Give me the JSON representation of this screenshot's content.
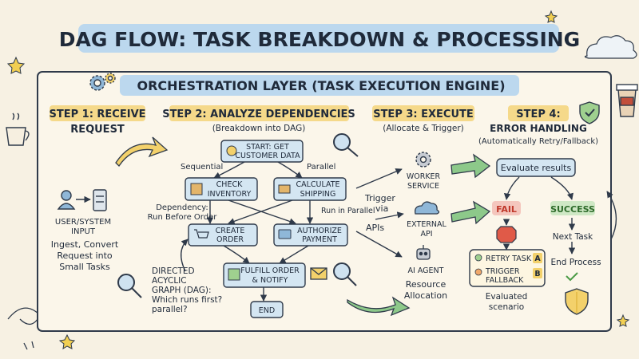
{
  "title": {
    "main": "DAG FLOW: TASK BREAKDOWN & PROCESSING",
    "layer": "ORCHESTRATION LAYER (TASK EXECUTION ENGINE)"
  },
  "steps": {
    "s1": {
      "label": "STEP 1: RECEIVE",
      "sub": "REQUEST"
    },
    "s2": {
      "label": "STEP 2: ANALYZE DEPENDENCIES",
      "sub": "(Breakdown into DAG)"
    },
    "s3": {
      "label": "STEP 3: EXECUTE",
      "sub": "(Allocate & Trigger)"
    },
    "s4": {
      "label": "STEP 4:",
      "sub": "ERROR HANDLING",
      "sub2": "(Automatically Retry/Fallback)"
    }
  },
  "input": {
    "l1": "USER/SYSTEM",
    "l2": "INPUT",
    "d1": "Ingest, Convert",
    "d2": "Request into",
    "d3": "Small Tasks"
  },
  "dag": {
    "start": {
      "l1": "START: GET",
      "l2": "CUSTOMER DATA"
    },
    "check": {
      "l1": "CHECK",
      "l2": "INVENTORY"
    },
    "calc": {
      "l1": "CALCULATE",
      "l2": "SHIPPING"
    },
    "create": {
      "l1": "CREATE",
      "l2": "ORDER"
    },
    "auth": {
      "l1": "AUTHORIZE",
      "l2": "PAYMENT"
    },
    "fulfill": {
      "l1": "FULFILL ORDER",
      "l2": "& NOTIFY"
    },
    "end": "END",
    "sequential": "Sequential",
    "parallel": "Parallel",
    "dependency": {
      "l1": "Dependency:",
      "l2": "Run Before Order"
    },
    "run_parallel": "Run in Parallel",
    "note": {
      "l1": "DIRECTED",
      "l2": "ACYCLIC",
      "l3": "GRAPH (DAG):",
      "l4": "Which runs first?",
      "l5": "parallel?"
    }
  },
  "execute": {
    "trigger": {
      "l1": "Trigger",
      "l2": "via",
      "l3": "APIs"
    },
    "worker": {
      "l1": "WORKER",
      "l2": "SERVICE"
    },
    "external": {
      "l1": "EXTERNAL",
      "l2": "API"
    },
    "agent": "AI AGENT",
    "resource": {
      "l1": "Resource",
      "l2": "Allocation"
    }
  },
  "errors": {
    "evaluate": "Evaluate results",
    "fail": "FAIL",
    "success": "SUCCESS",
    "next_task": "Next Task",
    "end_process": "End Process",
    "retry": "RETRY TASK",
    "retry_tag": "A",
    "fallback": {
      "l1": "TRIGGER",
      "l2": "FALLBACK"
    },
    "fallback_tag": "B",
    "evaluated": {
      "l1": "Evaluated",
      "l2": "scenario"
    }
  },
  "colors": {
    "background": "#f7f1e3",
    "title_highlight": "#bcd8ee",
    "step_highlight": "#f5d98a",
    "node_fill": "#d4e6f2",
    "note_fill": "#fdf6e1",
    "yellow_arrow": "#f3d16b",
    "green_arrow": "#8dc98a",
    "fail_red": "#e05a48",
    "success_green": "#cfe8c5",
    "ink": "#2f3a4a"
  }
}
